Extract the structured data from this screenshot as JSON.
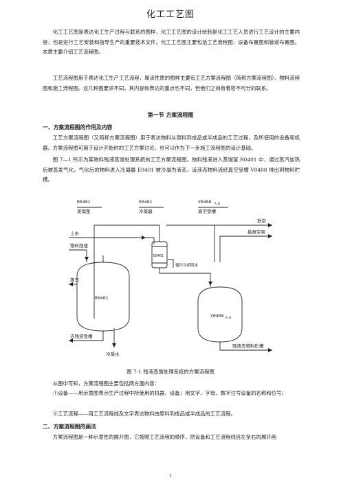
{
  "title": "化工工艺图",
  "intro": [
    "化工工艺图是表达化工生产过程与联系的图样，化工工艺图的设计绘制是化工工艺人员进行工艺设计的主要内容，也是进行工艺安装和指导生产的重要技术文件。化工工艺图主要包括工艺流程图、设备布置图和管道布置图。本章主要介绍工艺流程图。",
    "工艺流程图用于表达化工生产工艺流程，属该性质的图样主要有工艺方案流程图（简称方案流程图）、物料流程图和施工流程图。这几种图要求不同，其内容和表达的重点也不同，但他们之间有着密不可分的联系。"
  ],
  "section_title": "第一节    方案流程图",
  "sub1": "一、方案流程图的作用及内容",
  "sub1_paras": [
    "工艺方案流程图（又简称方案流程图）用于表达物料从原料到成品或半成品的工艺过程，及所使用的设备和机器。方案流程图可用于设计开始时的工艺方案讨论，也可以作为下一步施工流程图的设计基础。",
    "图 7—1 所示为某物料残液蒸馏处理系统的工艺方案流程图。物料残液进入蒸馏釜 R0401 中，通过蒸汽加热后被蒸发气化，气化后的物料进入冷凝器 E0401 被冷凝为液态，该液态物料流经真空受槽 V0408 排出到物料贮槽。"
  ],
  "figure": {
    "labels": {
      "r_code": "R0401",
      "r_name": "蒸馏釜",
      "e_code": "E0401",
      "e_name": "冷凝器",
      "v_code": "V0408",
      "v_sub": "A,B",
      "v_name": "真空受槽",
      "vent": "放空",
      "water_in": "上水",
      "feed": "物料残液",
      "vacuum": "接真空泵",
      "e_inner": "E0401",
      "cooling_return": "循环冷却回水",
      "steam": "蒸汽",
      "r_inner": "R0401",
      "v_inner": "V0408",
      "v_inner_sub": "A,B",
      "residue": "去残液受槽",
      "storage": "残液去物料贮槽",
      "condensate": "冷凝水"
    }
  },
  "caption": "图 7-1    残液蒸馏处理系统的方案流程图",
  "after_figure": [
    "从图中可知，方案流程图主要包括两方面内容：",
    "①设备——用示意图表示生产过程中所使用的机器、设备；用文字、字母、数字注写设备的名称和位号；",
    "②工艺流程——用工艺流程线及文字表达物料由原料到成品或半成品的工艺流程。"
  ],
  "sub2": "二、方案流程图的画法",
  "sub2_para": "方案流程图是一种示意性的展开图，它按照工艺流程的顺序，把设备和工艺流程线自左至右的展开画",
  "page_number": "1"
}
